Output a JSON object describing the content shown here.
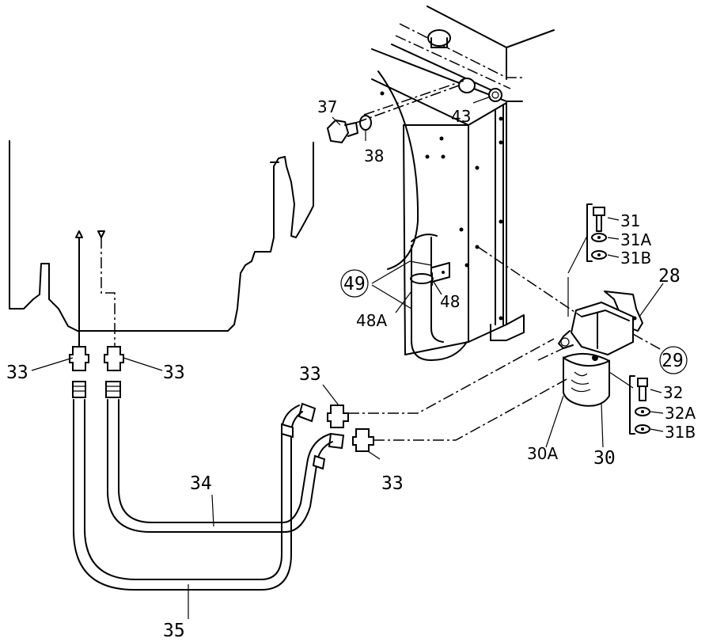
{
  "labels": {
    "p28": "28",
    "p29": "29",
    "p30": "30",
    "p30a": "30A",
    "p31": "31",
    "p31a": "31A",
    "p31b_upper": "31B",
    "p32": "32",
    "p32a": "32A",
    "p31b_lower": "31B",
    "p33_left": "33",
    "p33_mid": "33",
    "p33_top": "33",
    "p33_bottom": "33",
    "p34": "34",
    "p35": "35",
    "p37": "37",
    "p38": "38",
    "p43": "43",
    "p48": "48",
    "p48a": "48A",
    "p49": "49"
  },
  "colors": {
    "line": "#000000",
    "background": "#ffffff"
  }
}
